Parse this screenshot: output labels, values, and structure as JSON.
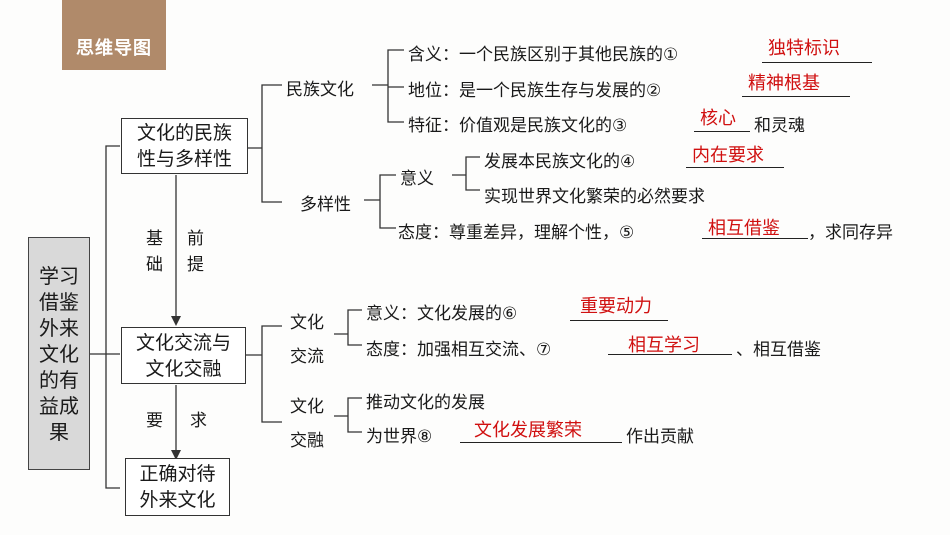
{
  "header": {
    "tag": "思维导图"
  },
  "root": {
    "label": "学习借鉴外来文化的有益成果"
  },
  "nodes": {
    "diversity_box": "文化的民族性与多样性",
    "exchange_box": "文化交流与文化交融",
    "attitude_box": "正确对待外来文化",
    "foundation_left": "基础",
    "foundation_right": "前提",
    "requirement_left": "要",
    "requirement_right": "求"
  },
  "national_culture": {
    "label": "民族文化",
    "meaning_prefix": "含义：一个民族区别于其他民族的①",
    "meaning_answer": "独特标识",
    "status_prefix": "地位：是一个民族生存与发展的②",
    "status_answer": "精神根基",
    "feature_prefix": "特征：价值观是民族文化的③",
    "feature_answer": "核心",
    "feature_suffix": "和灵魂"
  },
  "diversity": {
    "label": "多样性",
    "meaning_label": "意义",
    "meaning1_prefix": "发展本民族文化的④",
    "meaning1_answer": "内在要求",
    "meaning2": "实现世界文化繁荣的必然要求",
    "attitude_prefix": "态度：尊重差异，理解个性，⑤",
    "attitude_answer": "相互借鉴",
    "attitude_suffix": "，求同存异"
  },
  "exchange": {
    "label_line1": "文化",
    "label_line2": "交流",
    "meaning_prefix": "意义：文化发展的⑥",
    "meaning_answer": "重要动力",
    "attitude_prefix": "态度：加强相互交流、⑦",
    "attitude_answer": "相互学习",
    "attitude_suffix": "、相互借鉴"
  },
  "fusion": {
    "label_line1": "文化",
    "label_line2": "交融",
    "item1": "推动文化的发展",
    "item2_prefix": "为世界⑧",
    "item2_answer": "文化发展繁荣",
    "item2_suffix": "作出贡献"
  }
}
